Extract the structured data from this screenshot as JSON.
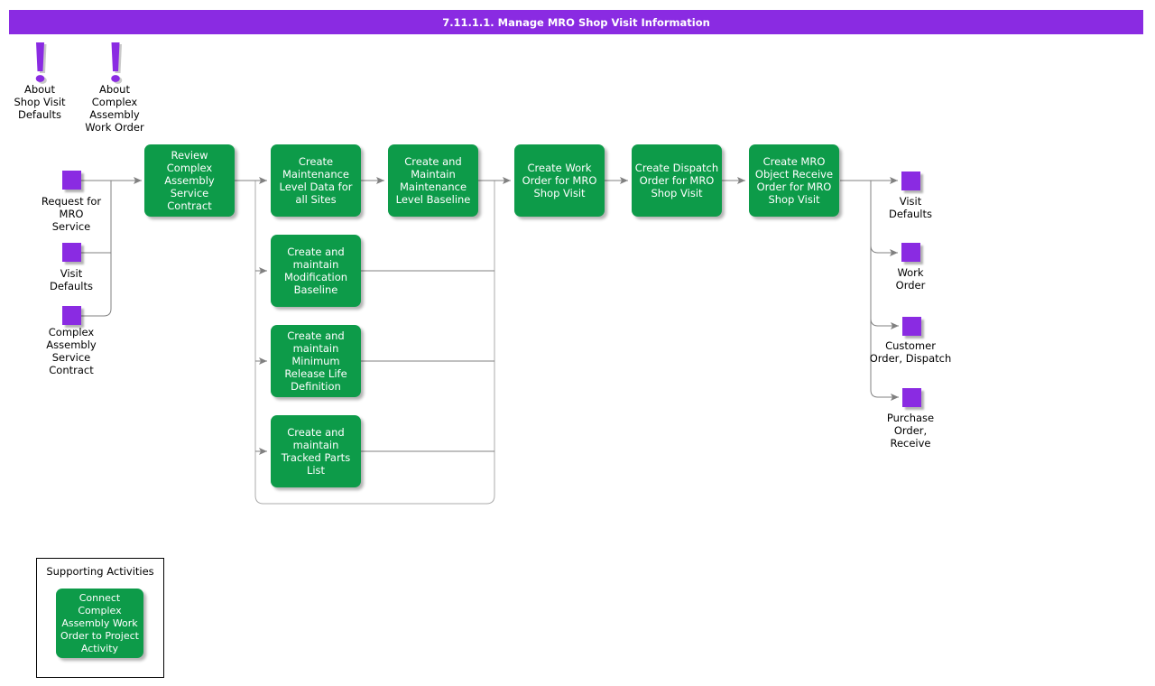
{
  "header": {
    "title": "7.11.1.1. Manage MRO Shop Visit Information"
  },
  "colors": {
    "purple_accent": "#8A2BE2",
    "green_activity": "#0D9B49",
    "connector_gray": "#808080"
  },
  "notes": [
    {
      "label": "About\nShop Visit\nDefaults"
    },
    {
      "label": "About\nComplex\nAssembly\nWork Order"
    }
  ],
  "inputs": [
    {
      "label": "Request for\nMRO\nService"
    },
    {
      "label": "Visit\nDefaults"
    },
    {
      "label": "Complex\nAssembly\nService\nContract"
    }
  ],
  "activities": [
    {
      "label": "Review\nComplex\nAssembly\nService\nContract"
    },
    {
      "label": "Create\nMaintenance\nLevel Data for\nall Sites"
    },
    {
      "label": "Create and\nMaintain\nMaintenance\nLevel Baseline"
    },
    {
      "label": "Create Work\nOrder for MRO\nShop Visit"
    },
    {
      "label": "Create Dispatch\nOrder for MRO\nShop Visit"
    },
    {
      "label": "Create MRO\nObject Receive\nOrder for MRO\nShop Visit"
    },
    {
      "label": "Create and\nmaintain\nModification\nBaseline"
    },
    {
      "label": "Create and\nmaintain\nMinimum\nRelease Life\nDefinition"
    },
    {
      "label": "Create and\nmaintain\nTracked Parts\nList"
    }
  ],
  "outputs": [
    {
      "label": "Visit\nDefaults"
    },
    {
      "label": "Work\nOrder"
    },
    {
      "label": "Customer\nOrder, Dispatch"
    },
    {
      "label": "Purchase\nOrder,\nReceive"
    }
  ],
  "supporting": {
    "title": "Supporting Activities",
    "activity": "Connect\nComplex\nAssembly Work\nOrder to Project\nActivity"
  }
}
